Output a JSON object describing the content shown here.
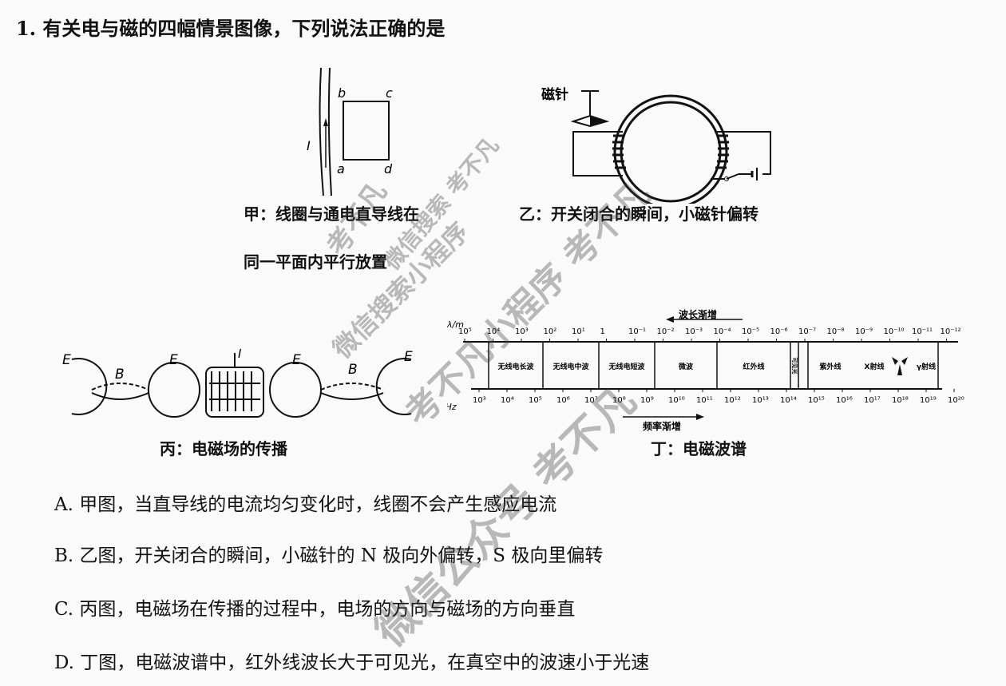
{
  "question": {
    "title": "1. 有关电与磁的四幅情景图像，下列说法正确的是"
  },
  "figures": {
    "jia": {
      "labels": {
        "b": "b",
        "c": "c",
        "a": "a",
        "d": "d",
        "I": "I"
      },
      "caption_line1": "甲：线圈与通电直导线在",
      "caption_line2": "同一平面内平行放置"
    },
    "yi": {
      "needle_label": "磁针",
      "caption": "乙：开关闭合的瞬间，小磁针偏转"
    },
    "bing": {
      "labels": [
        "E",
        "B",
        "E",
        "I",
        "E",
        "B",
        "E"
      ],
      "caption": "丙：电磁场的传播"
    },
    "ding": {
      "wavelength_arrow": "波长渐增",
      "frequency_arrow": "频率渐增",
      "wavelength_axis": "λ/m",
      "frequency_axis": "f/Hz",
      "wavelength_ticks": [
        "10⁵",
        "10⁴",
        "10³",
        "10²",
        "10¹",
        "1",
        "10⁻¹",
        "10⁻²",
        "10⁻³",
        "10⁻⁴",
        "10⁻⁵",
        "10⁻⁶",
        "10⁻⁷",
        "10⁻⁸",
        "10⁻⁹",
        "10⁻¹⁰",
        "10⁻¹¹",
        "10⁻¹²"
      ],
      "frequency_ticks": [
        "10³",
        "10⁴",
        "10⁵",
        "10⁶",
        "10⁷",
        "10⁸",
        "10⁹",
        "10¹⁰",
        "10¹¹",
        "10¹²",
        "10¹³",
        "10¹⁴",
        "10¹⁵",
        "10¹⁶",
        "10¹⁷",
        "10¹⁸",
        "10¹⁹",
        "10²⁰"
      ],
      "bands": [
        "无线电长波",
        "无线电中波",
        "无线电短波",
        "微波",
        "红外线",
        "可见光",
        "紫外线",
        "X射线",
        "γ射线"
      ],
      "caption": "丁：电磁波谱"
    }
  },
  "options": [
    {
      "label": "A.",
      "text": "甲图，当直导线的电流均匀变化时，线圈不会产生感应电流"
    },
    {
      "label": "B.",
      "text": "乙图，开关闭合的瞬间，小磁针的 N 极向外偏转，S 极向里偏转"
    },
    {
      "label": "C.",
      "text": "丙图，电磁场在传播的过程中，电场的方向与磁场的方向垂直"
    },
    {
      "label": "D.",
      "text": "丁图，电磁波谱中，红外线波长大于可见光，在真空中的波速小于光速"
    }
  ],
  "watermarks": [
    "考不凡",
    "微信搜索 考不凡",
    "微信搜索小程序",
    "考不凡小程序 考不凡",
    "微信公众号 考不凡"
  ]
}
